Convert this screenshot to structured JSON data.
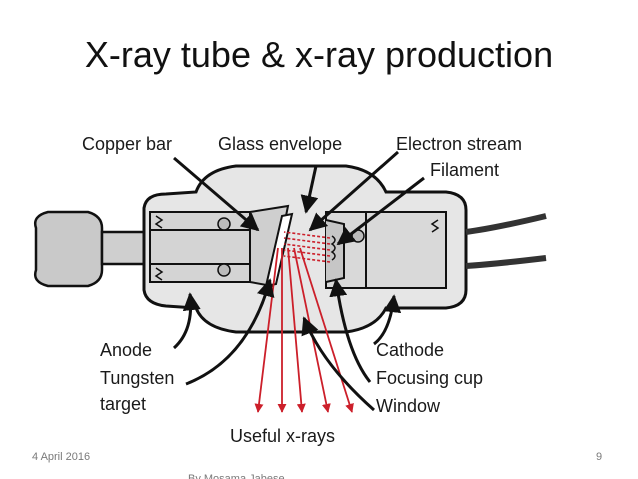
{
  "slide": {
    "title": "X-ray tube & x-ray production"
  },
  "diagram": {
    "labels": {
      "copper_bar": "Copper bar",
      "glass_envelope": "Glass envelope",
      "electron_stream": "Electron stream",
      "filament": "Filament",
      "anode": "Anode",
      "tungsten_target": [
        "Tungsten",
        "target"
      ],
      "cathode": "Cathode",
      "focusing_cup": "Focusing cup",
      "window": "Window",
      "useful_xrays": "Useful x-rays"
    },
    "colors": {
      "xray_lines": "#cc1f2a",
      "tube_fill": "#d9d9d9",
      "outline": "#111111"
    }
  },
  "footer": {
    "date": "4 April 2016",
    "page": "9",
    "author": "By Mosama Jabese"
  }
}
